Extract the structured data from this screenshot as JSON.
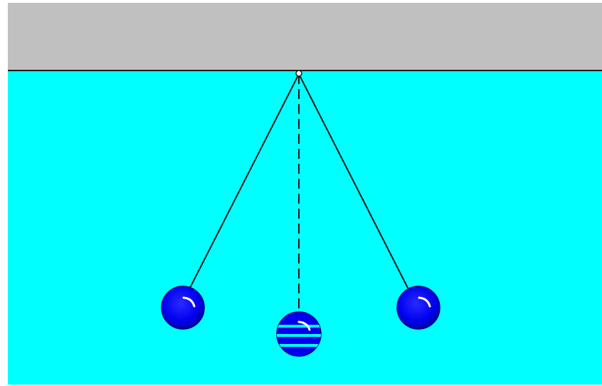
{
  "scene": {
    "colors": {
      "page": "#ffffff",
      "ceiling": "#c0c0c0",
      "water": "#00ffff",
      "string": "#1a1a1a",
      "ball": "#0000ff",
      "ball_dark": "#0000aa",
      "highlight": "#ffffff",
      "pivot": "#ffffff"
    },
    "pendulum": {
      "positions": [
        "left-extreme",
        "equilibrium",
        "right-extreme"
      ],
      "equilibrium_string_style": "dashed",
      "extreme_string_style": "solid"
    }
  }
}
